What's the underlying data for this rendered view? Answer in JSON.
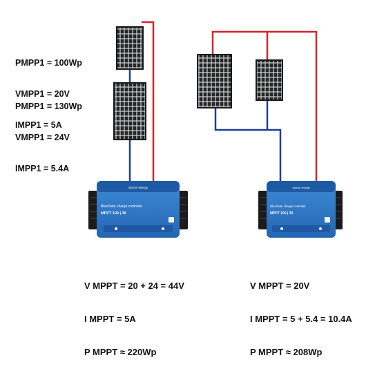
{
  "colors": {
    "positive_wire": "#d8232a",
    "negative_wire": "#1c3f94",
    "panel_cell": "#2b2b2b",
    "panel_frame": "#1a1a1a",
    "controller_blue": "#2e78c8",
    "controller_dark": "#1e5aa3",
    "heatsink": "#1b1b1b"
  },
  "series_setup": {
    "panel_1": [
      "PMPP1 = 100Wp",
      "VMPP1 = 20V",
      "IMPP1 = 5A"
    ],
    "panel_2": [
      "PMPP1 = 130Wp",
      "VMPP1 = 24V",
      "IMPP1 = 5.4A"
    ],
    "result": [
      "V MPPT = 20 + 24 = 44V",
      "I MPPT = 5A",
      "P MPPT ≈ 220Wp"
    ]
  },
  "parallel_setup": {
    "result": [
      "V MPPT = 20V",
      "I MPPT = 5 + 5.4 = 10.4A",
      "P MPPT ≈ 208Wp"
    ]
  },
  "controller": {
    "brand": "victron energy",
    "title": "BlueSolar charge controller",
    "model": "MPPT 100 | 30"
  }
}
